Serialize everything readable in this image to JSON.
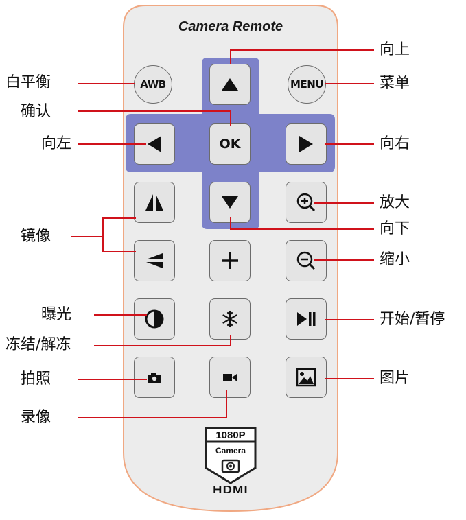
{
  "remote": {
    "title": "Camera Remote",
    "colors": {
      "body": "#ececec",
      "body_border": "#f0a882",
      "dpad": "#7d82c9",
      "leader_line": "#d0121b"
    },
    "buttons": {
      "awb": "AWB",
      "menu": "MENU",
      "ok": "OK"
    },
    "badge": {
      "line1": "1080P",
      "line2": "Camera",
      "logo": "HDMI"
    }
  },
  "labels": {
    "white_balance": "白平衡",
    "confirm": "确认",
    "left": "向左",
    "mirror": "镜像",
    "exposure": "曝光",
    "freeze": "冻结/解冻",
    "photo": "拍照",
    "record": "录像",
    "up": "向上",
    "menu": "菜单",
    "right": "向右",
    "zoom_in": "放大",
    "down": "向下",
    "zoom_out": "缩小",
    "play_pause": "开始/暂停",
    "gallery": "图片"
  }
}
